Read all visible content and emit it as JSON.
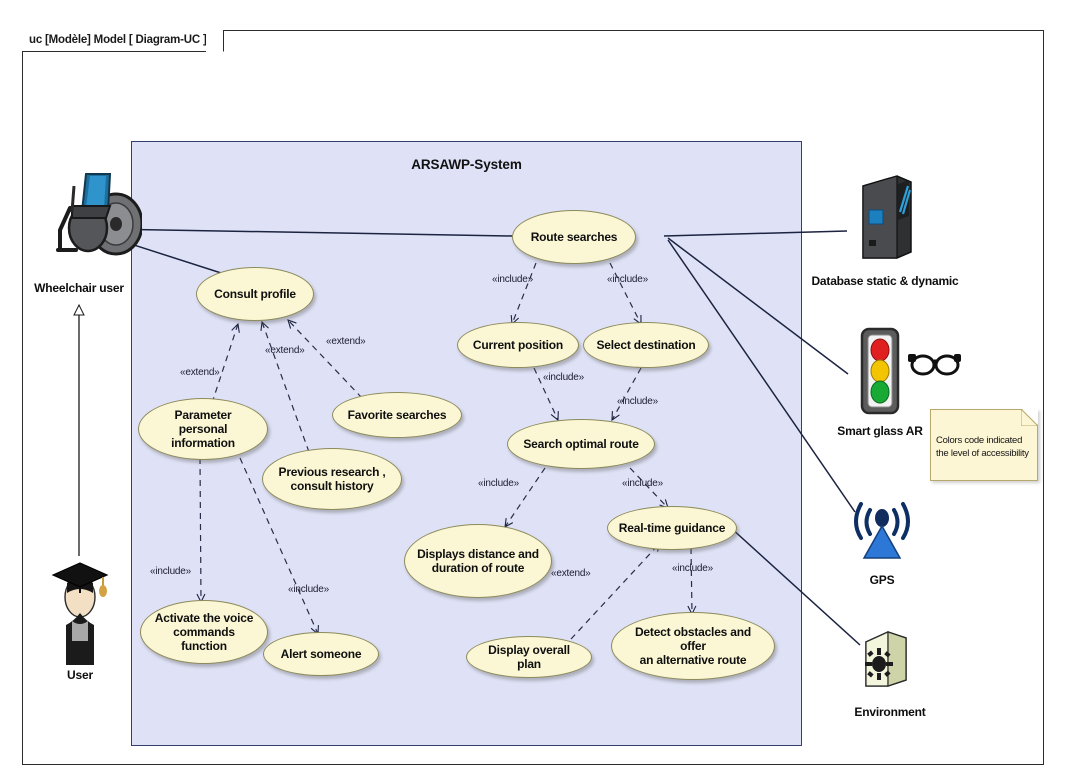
{
  "frame": {
    "header": "uc [Modèle] Model [ Diagram-UC ]"
  },
  "system": {
    "title": "ARSAWP-System",
    "fill": "#dfe2f6",
    "border": "#33406e"
  },
  "colors": {
    "usecase_fill": "#fbf7d5",
    "usecase_border": "#8d8b5c",
    "note_fill": "#fdf6d4",
    "note_border": "#b9a86b",
    "connector": "#1b2340"
  },
  "actors": [
    {
      "name": "wheelchair-user",
      "label": "Wheelchair user",
      "icon": "wheelchair-icon"
    },
    {
      "name": "user",
      "label": "User",
      "icon": "graduate-person-icon"
    },
    {
      "name": "database",
      "label": "Database static & dynamic",
      "icon": "database-server-icon"
    },
    {
      "name": "smart-glass-ar",
      "label": "Smart glass AR",
      "icon": "traffic-light-glasses-icon"
    },
    {
      "name": "gps",
      "label": "GPS",
      "icon": "gps-antenna-icon"
    },
    {
      "name": "environment",
      "label": "Environment",
      "icon": "environment-sensor-icon"
    }
  ],
  "use_cases": [
    {
      "id": "route_searches",
      "label": "Route searches"
    },
    {
      "id": "consult_profile",
      "label": "Consult profile"
    },
    {
      "id": "current_position",
      "label": "Current position"
    },
    {
      "id": "select_destination",
      "label": "Select destination"
    },
    {
      "id": "favorite_searches",
      "label": "Favorite searches"
    },
    {
      "id": "param_personal",
      "line1": "Parameter personal",
      "line2": "information"
    },
    {
      "id": "search_optimal",
      "label": "Search optimal route"
    },
    {
      "id": "previous_research",
      "line1": "Previous research ,",
      "line2": "consult history"
    },
    {
      "id": "displays_distance",
      "line1": "Displays distance and",
      "line2": "duration of route"
    },
    {
      "id": "realtime_guidance",
      "label": "Real-time guidance"
    },
    {
      "id": "activate_voice",
      "line1": "Activate the voice",
      "line2": "commands function"
    },
    {
      "id": "alert_someone",
      "label": "Alert someone"
    },
    {
      "id": "display_overall",
      "label": "Display overall plan"
    },
    {
      "id": "detect_obstacles",
      "line1": "Detect obstacles and offer",
      "line2": "an alternative route"
    }
  ],
  "stereotypes": {
    "include": "«include»",
    "extend": "«extend»"
  },
  "relations": [
    {
      "from": "route_searches",
      "to": "current_position",
      "kind": "include"
    },
    {
      "from": "route_searches",
      "to": "select_destination",
      "kind": "include"
    },
    {
      "from": "current_position",
      "to": "search_optimal",
      "kind": "include"
    },
    {
      "from": "select_destination",
      "to": "search_optimal",
      "kind": "include"
    },
    {
      "from": "search_optimal",
      "to": "displays_distance",
      "kind": "include"
    },
    {
      "from": "search_optimal",
      "to": "realtime_guidance",
      "kind": "include"
    },
    {
      "from": "realtime_guidance",
      "to": "detect_obstacles",
      "kind": "include"
    },
    {
      "from": "display_overall",
      "to": "realtime_guidance",
      "kind": "extend"
    },
    {
      "from": "param_personal",
      "to": "consult_profile",
      "kind": "extend"
    },
    {
      "from": "previous_research",
      "to": "consult_profile",
      "kind": "extend"
    },
    {
      "from": "favorite_searches",
      "to": "consult_profile",
      "kind": "extend"
    },
    {
      "from": "param_personal",
      "to": "activate_voice",
      "kind": "include"
    },
    {
      "from": "param_personal",
      "to": "alert_someone",
      "kind": "include"
    }
  ],
  "note": {
    "line1": "Colors code indicated",
    "line2": "the level of accessibility"
  }
}
